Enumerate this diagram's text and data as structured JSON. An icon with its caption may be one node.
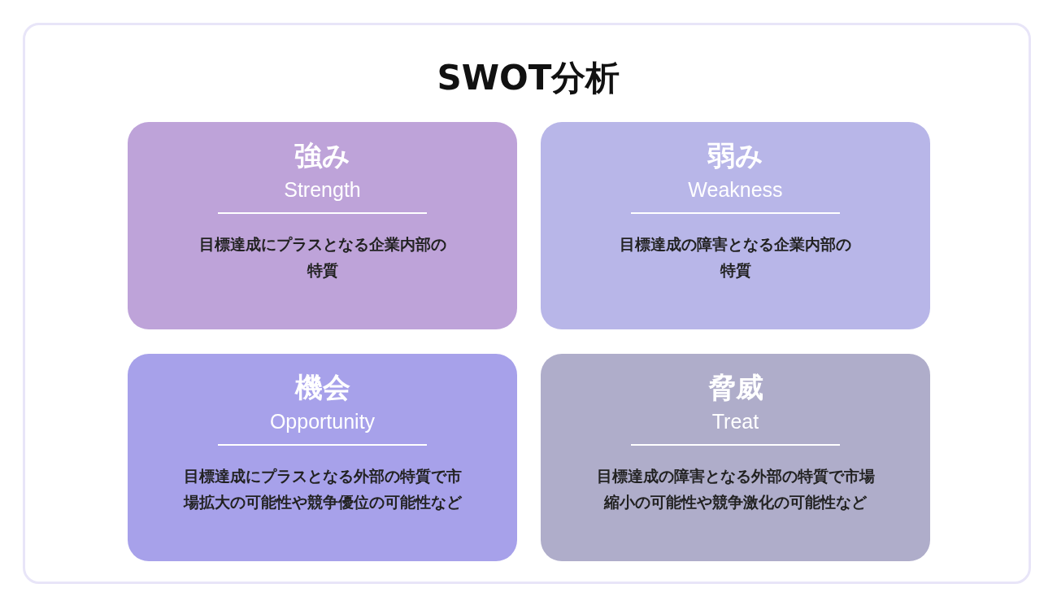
{
  "diagram": {
    "title": "SWOT分析",
    "nodes": [
      {
        "text": [
          "強み",
          "Strength",
          "目標達成にプラスとなる企業内部の特質"
        ]
      },
      {
        "text": [
          "弱み",
          "Weakness",
          "目標達成の障害となる企業内部の特質"
        ]
      },
      {
        "text": [
          "機会",
          "Opportunity",
          "目標達成にプラスとなる外部の特質で市場拡大の可能性や競争優位の可能性など"
        ]
      },
      {
        "text": [
          "脅威",
          "Treat",
          "目標達成の障害となる外部の特質で市場縮小の可能性や競争激化の可能性など"
        ]
      }
    ],
    "edges": []
  }
}
